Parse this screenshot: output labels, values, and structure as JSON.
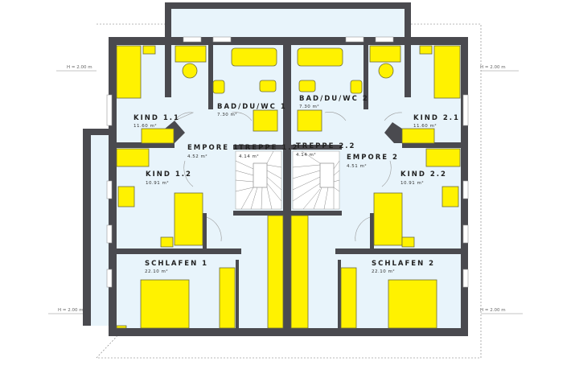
{
  "plan": {
    "rooms": [
      {
        "name": "KIND 1.1",
        "area": "11.60 m²"
      },
      {
        "name": "BAD/DU/WC 1",
        "area": "7.30 m²"
      },
      {
        "name": "EMPORE 1",
        "area": "4.52 m²"
      },
      {
        "name": "TREPPE 1.2",
        "area": "4.14 m²"
      },
      {
        "name": "KIND 1.2",
        "area": "10.91 m²"
      },
      {
        "name": "SCHLAFEN 1",
        "area": "22.10 m²"
      },
      {
        "name": "BAD/DU/WC 2",
        "area": "7.30 m²"
      },
      {
        "name": "TREPPE 2.2",
        "area": "4.14 m²"
      },
      {
        "name": "EMPORE 2",
        "area": "4.51 m²"
      },
      {
        "name": "KIND 2.1",
        "area": "11.60 m²"
      },
      {
        "name": "KIND 2.2",
        "area": "10.91 m²"
      },
      {
        "name": "SCHLAFEN 2",
        "area": "22.10 m²"
      }
    ],
    "height_marks": [
      "H = 2.00 m",
      "H = 2.00 m",
      "H = 2.00 m",
      "H = 2.00 m"
    ],
    "colors": {
      "wall": "#4a4a4f",
      "floor": "#e8f4fb",
      "furniture": "#fff200"
    }
  }
}
